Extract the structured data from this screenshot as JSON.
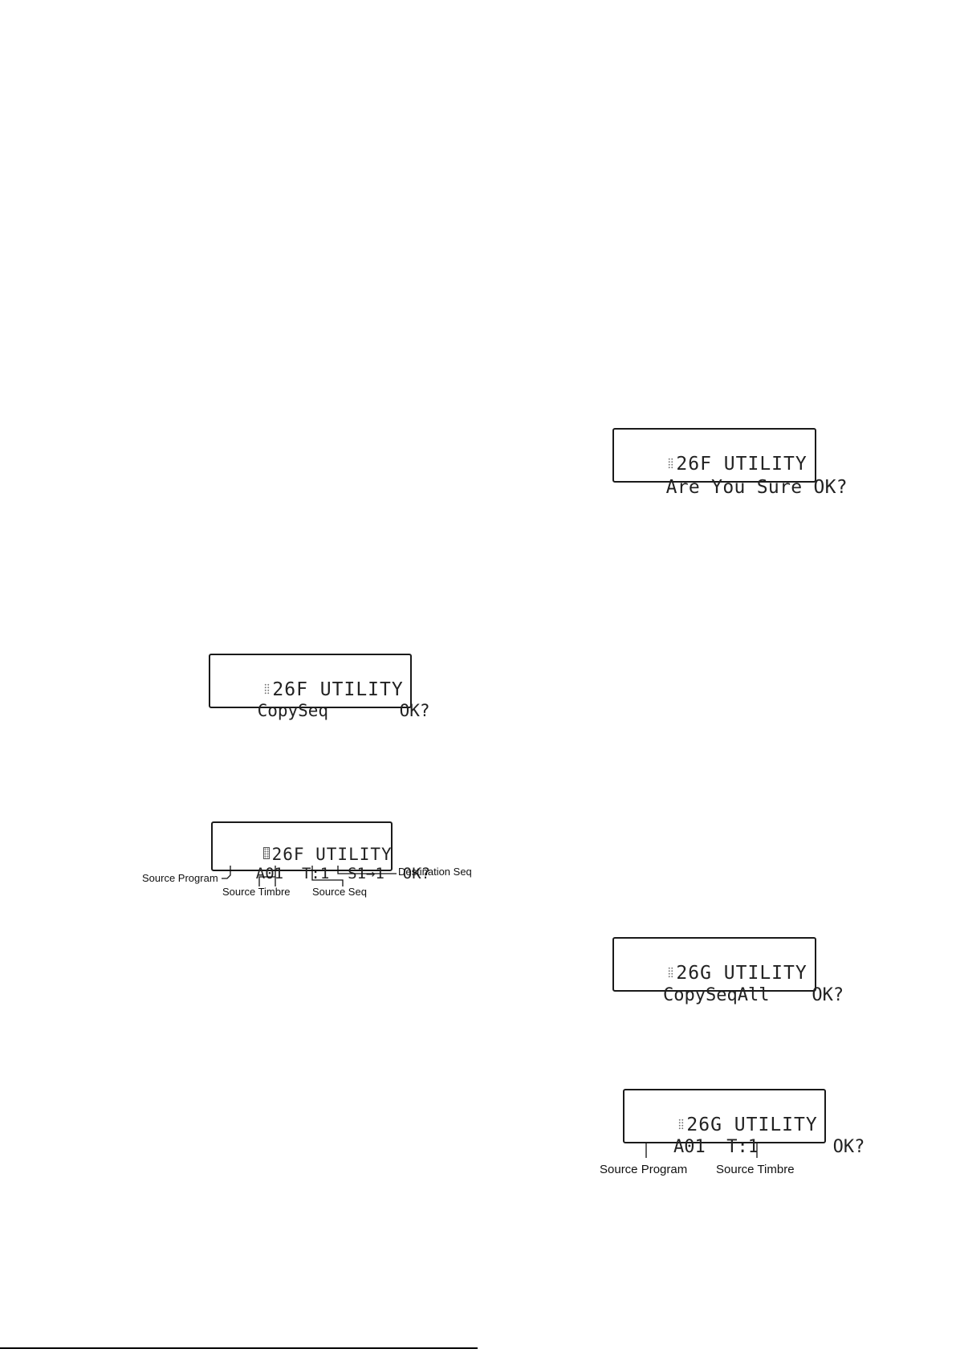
{
  "displays": [
    {
      "line1": "26F UTILITY",
      "line2": "Are You Sure OK?"
    },
    {
      "line1": "26F UTILITY",
      "line2": "CopySeq       OK?"
    },
    {
      "line1": "26F UTILITY",
      "line2": "A01  T:1  S1→1  OK?"
    },
    {
      "line1": "26G UTILITY",
      "line2": "CopySeqAll    OK?"
    },
    {
      "line1": "26G UTILITY",
      "line2": "A01  T:1       OK?"
    }
  ],
  "callouts": {
    "copy_seq": {
      "source_program": "Source Program",
      "source_timbre": "Source Timbre",
      "source_seq": "Source Seq",
      "destination_seq": "Destination Seq"
    },
    "copy_seq_all": {
      "source_program": "Source Program",
      "source_timbre": "Source Timbre"
    }
  }
}
